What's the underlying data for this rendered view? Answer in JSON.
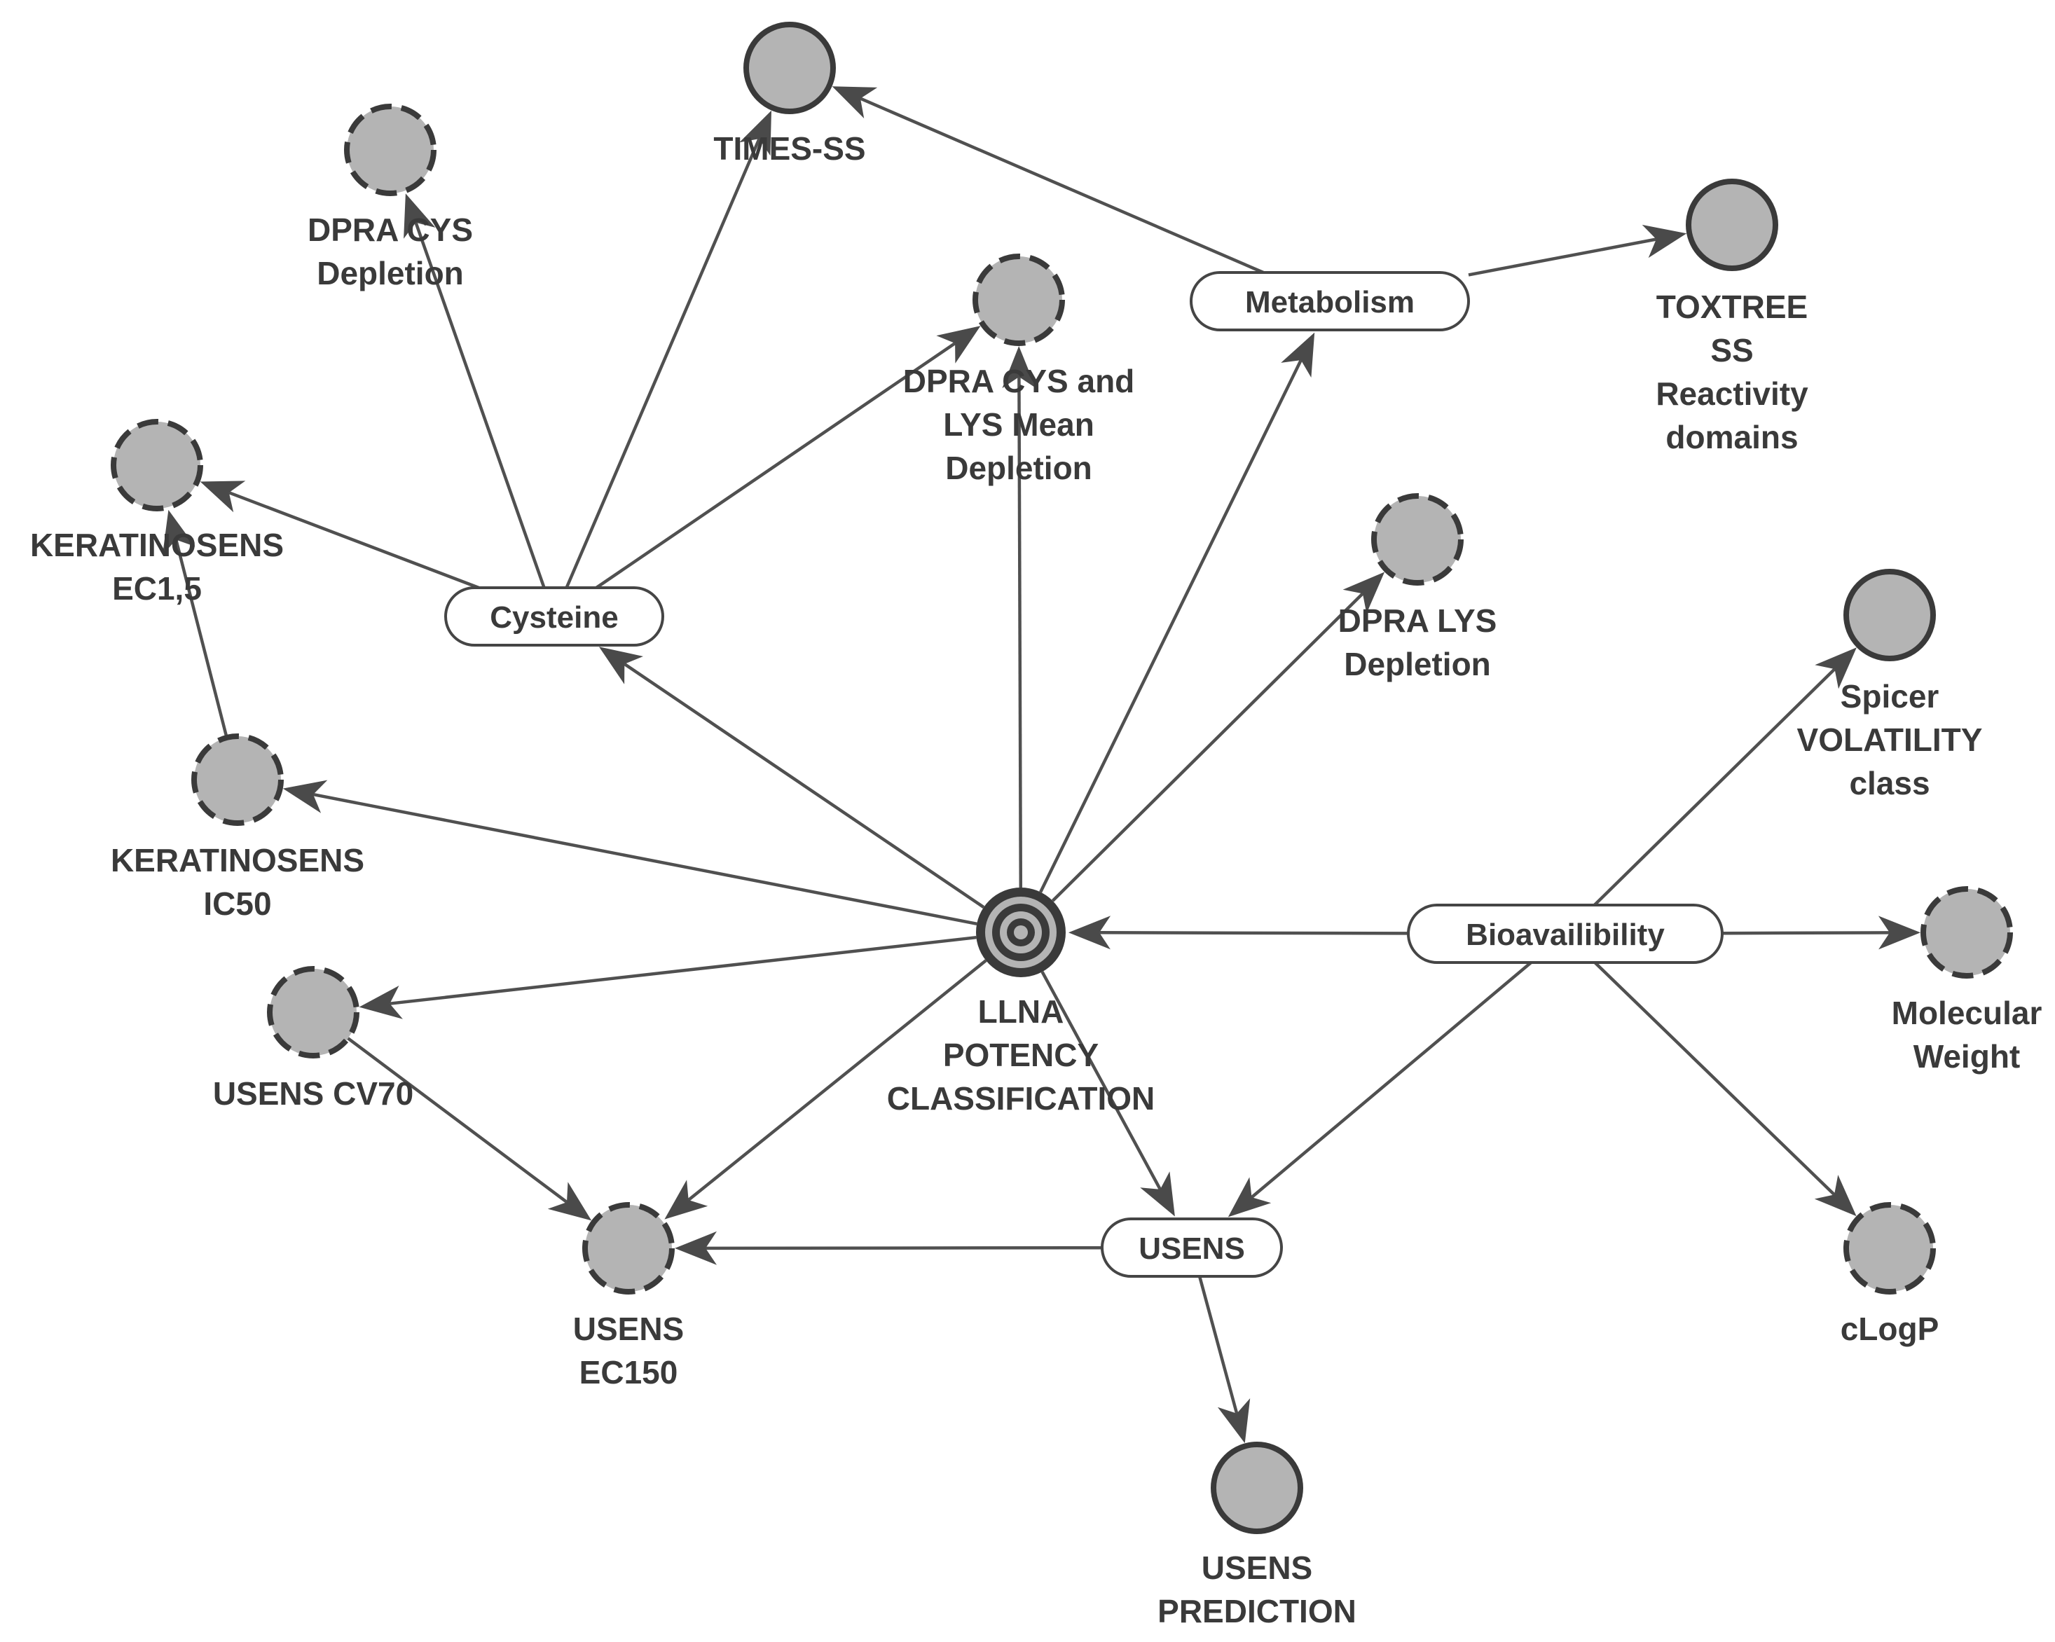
{
  "target": {
    "label_lines": [
      "LLNA",
      "POTENCY",
      "CLASSIFICATION"
    ]
  },
  "latent_nodes": {
    "cysteine": "Cysteine",
    "metabolism": "Metabolism",
    "bioavailability": "Bioavailibility",
    "usens": "USENS"
  },
  "observed_nodes": {
    "times_ss": [
      "TIMES-SS"
    ],
    "dpra_cys": [
      "DPRA CYS",
      "Depletion"
    ],
    "dpra_cys_lys": [
      "DPRA CYS and",
      "LYS Mean",
      "Depletion"
    ],
    "toxtree": [
      "TOXTREE",
      "SS",
      "Reactivity",
      "domains"
    ],
    "keratinosens_ec": [
      "KERATINOSENS",
      "EC1,5"
    ],
    "keratinosens_ic": [
      "KERATINOSENS",
      "IC50"
    ],
    "dpra_lys": [
      "DPRA LYS",
      "Depletion"
    ],
    "spicer": [
      "Spicer",
      "VOLATILITY",
      "class"
    ],
    "usens_cv70": [
      "USENS CV70"
    ],
    "molecular_weight": [
      "Molecular",
      "Weight"
    ],
    "usens_ec150": [
      "USENS",
      "EC150"
    ],
    "clogp": [
      "cLogP"
    ],
    "usens_prediction": [
      "USENS",
      "PREDICTION"
    ]
  },
  "edges": [
    [
      "bioavailability",
      "llna"
    ],
    [
      "bioavailability",
      "spicer"
    ],
    [
      "bioavailability",
      "molecular_weight"
    ],
    [
      "bioavailability",
      "clogp"
    ],
    [
      "bioavailability",
      "usens"
    ],
    [
      "llna",
      "cysteine"
    ],
    [
      "llna",
      "metabolism"
    ],
    [
      "llna",
      "dpra_lys"
    ],
    [
      "llna",
      "dpra_cys_lys"
    ],
    [
      "llna",
      "keratinosens_ic"
    ],
    [
      "llna",
      "usens_cv70"
    ],
    [
      "llna",
      "usens_ec150"
    ],
    [
      "llna",
      "usens"
    ],
    [
      "cysteine",
      "keratinosens_ec"
    ],
    [
      "cysteine",
      "dpra_cys"
    ],
    [
      "cysteine",
      "times_ss"
    ],
    [
      "cysteine",
      "dpra_cys_lys"
    ],
    [
      "metabolism",
      "times_ss"
    ],
    [
      "metabolism",
      "toxtree"
    ],
    [
      "keratinosens_ic",
      "keratinosens_ec"
    ],
    [
      "usens_cv70",
      "usens_ec150"
    ],
    [
      "usens",
      "usens_ec150"
    ],
    [
      "usens",
      "usens_prediction"
    ]
  ]
}
